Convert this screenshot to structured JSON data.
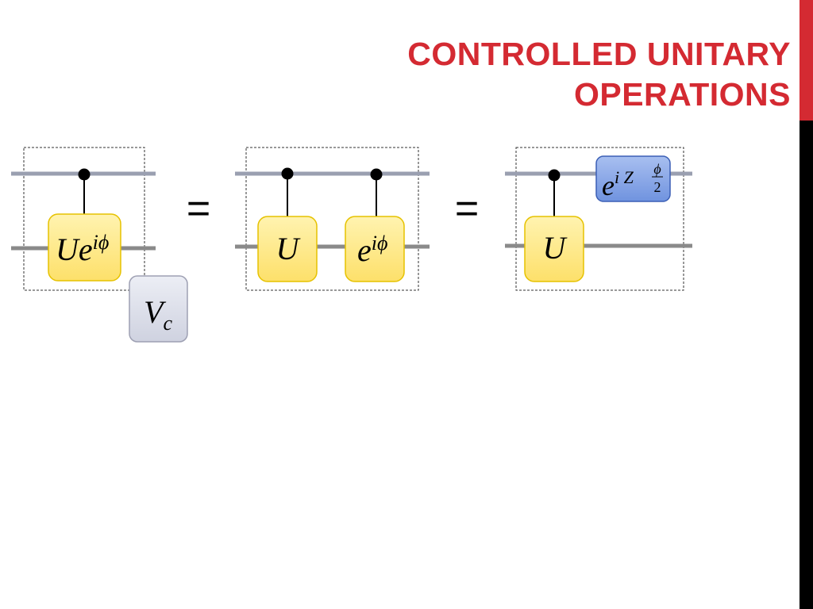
{
  "title": {
    "line1": "CONTROLLED UNITARY",
    "line2": "OPERATIONS"
  },
  "diagram": {
    "equals_sign": "=",
    "circuit1": {
      "gate": {
        "base": "Ue",
        "sup": "iϕ"
      },
      "operator": {
        "base": "V",
        "sub": "c"
      }
    },
    "circuit2": {
      "gate1": {
        "base": "U"
      },
      "gate2": {
        "base": "e",
        "sup": "iϕ"
      }
    },
    "circuit3": {
      "gate": {
        "base": "U"
      },
      "phase_gate": {
        "base": "e",
        "sup": "i Z",
        "frac_num": "ϕ",
        "frac_den": "2"
      }
    }
  },
  "colors": {
    "accent": "#d42a32",
    "gate_fill": "#fde98a",
    "gate_stroke": "#e6c200",
    "phase_fill": "#7f9fe3",
    "phase_stroke": "#3b5fb5",
    "vc_fill": "#dfe0ea",
    "vc_stroke": "#9ea0b3",
    "wire": "#8a8a8a"
  }
}
